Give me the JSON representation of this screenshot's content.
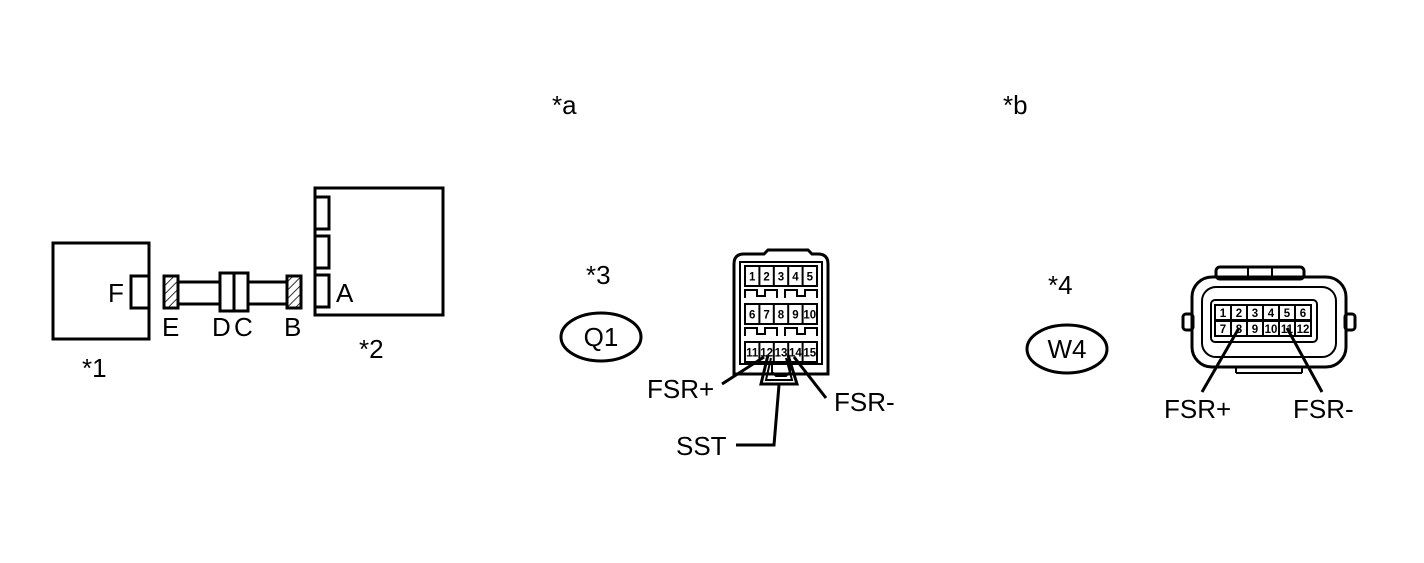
{
  "labels": {
    "a": "*a",
    "b": "*b",
    "n1": "*1",
    "n2": "*2",
    "n3": "*3",
    "n4": "*4"
  },
  "harness": {
    "f": "F",
    "e": "E",
    "d": "D",
    "c": "C",
    "b": "B",
    "a": "A"
  },
  "connector_q1": {
    "id": "Q1",
    "pins_row1": [
      "1",
      "2",
      "3",
      "4",
      "5"
    ],
    "pins_row2": [
      "6",
      "7",
      "8",
      "9",
      "10"
    ],
    "pins_row3": [
      "11",
      "12",
      "13",
      "14",
      "15"
    ],
    "fsr_plus": "FSR+",
    "fsr_minus": "FSR-",
    "sst": "SST"
  },
  "connector_w4": {
    "id": "W4",
    "pins_row1": [
      "1",
      "2",
      "3",
      "4",
      "5",
      "6"
    ],
    "pins_row2": [
      "7",
      "8",
      "9",
      "10",
      "11",
      "12"
    ],
    "fsr_plus": "FSR+",
    "fsr_minus": "FSR-"
  }
}
